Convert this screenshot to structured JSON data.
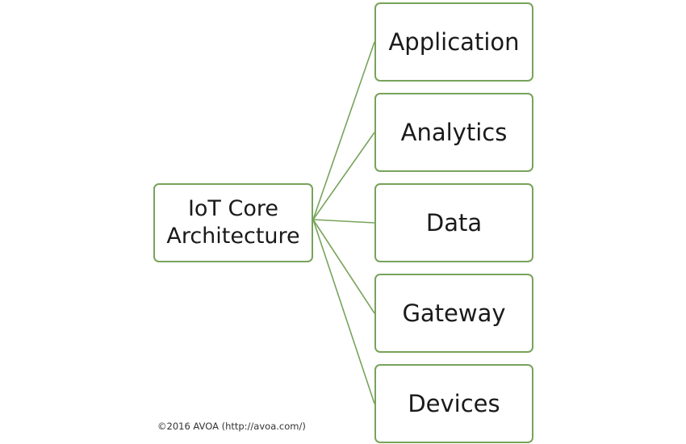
{
  "diagram": {
    "root": {
      "line1": "IoT Core",
      "line2": "Architecture"
    },
    "layers": [
      {
        "label": "Application"
      },
      {
        "label": "Analytics"
      },
      {
        "label": "Data"
      },
      {
        "label": "Gateway"
      },
      {
        "label": "Devices"
      }
    ],
    "copyright": "©2016 AVOA (http://avoa.com/)"
  },
  "colors": {
    "box_border": "#78a35a",
    "connector": "#78a35a",
    "text": "#1a1a1a",
    "background": "#ffffff"
  }
}
